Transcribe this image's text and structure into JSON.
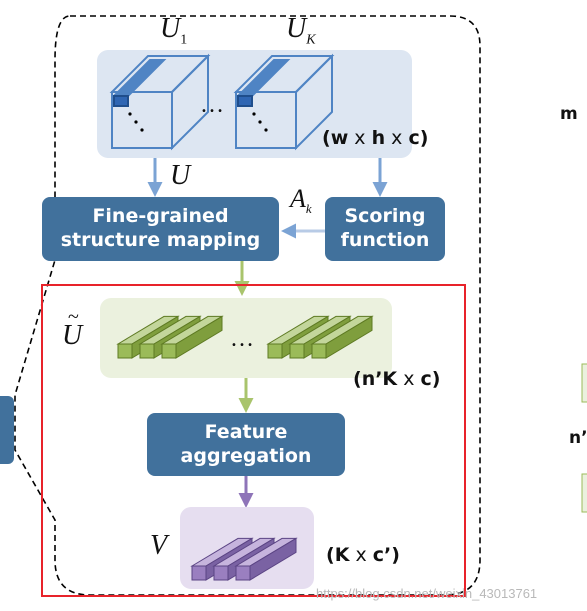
{
  "labels": {
    "u1_main": "U",
    "u1_sub": "1",
    "uk_main": "U",
    "uk_sub": "K",
    "u_arrow": "U",
    "ak_main": "A",
    "ak_sub": "k",
    "u_tilde": "U",
    "v": "V",
    "ellipsis_top": "…",
    "ellipsis_mid": "…"
  },
  "boxes": {
    "fine_grained_line1": "Fine-grained",
    "fine_grained_line2": "structure mapping",
    "scoring_line1": "Scoring",
    "scoring_line2": "function",
    "aggregation_line1": "Feature",
    "aggregation_line2": "aggregation"
  },
  "dims": {
    "whc": {
      "open": "(",
      "a": "w",
      "x1": " x ",
      "b": "h",
      "x2": " x ",
      "c": "c",
      "close": ")"
    },
    "nkc": {
      "open": "(",
      "a": "n’K",
      "x1": " x ",
      "b": "c",
      "close": ")"
    },
    "kc": {
      "open": "(",
      "a": "K",
      "x1": " x ",
      "b": "c’",
      "close": ")"
    }
  },
  "edge_fragments": {
    "right_top": "m",
    "right_mid": "n’"
  },
  "watermark": "https://blog.csdn.net/weixin_43013761",
  "colors": {
    "box_blue": "#41719C",
    "arrow_blue": "#7BA3D4",
    "arrow_green": "#A9C46C",
    "arrow_purple": "#8E74B8",
    "red_border": "#E8232A",
    "cube_blue": "#4F84C4",
    "bar_green": "#9BBB59",
    "bar_purple": "#9A7FC0",
    "panel_blue": "#DDE6F2",
    "panel_green": "#EBF1DE",
    "panel_purple": "#E6DEF0"
  }
}
